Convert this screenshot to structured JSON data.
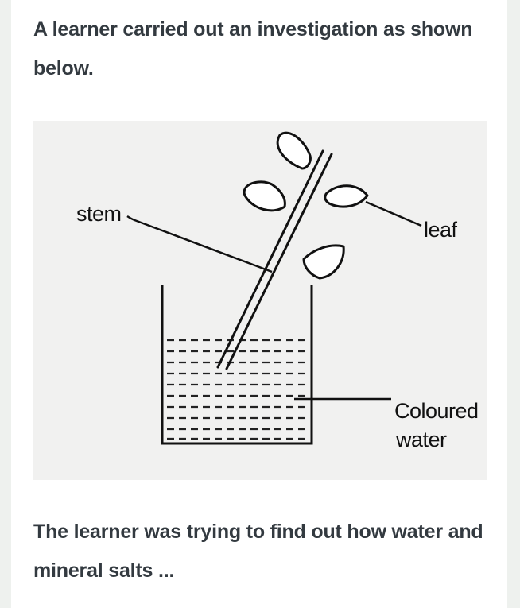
{
  "intro_text": "A learner carried out an investigation as shown below.",
  "diagram": {
    "labels": {
      "stem": "stem",
      "leaf": "leaf",
      "water_line1": "Coloured",
      "water_line2": "water"
    }
  },
  "continuation_text": "The learner was trying to find out how water and mineral salts ..."
}
